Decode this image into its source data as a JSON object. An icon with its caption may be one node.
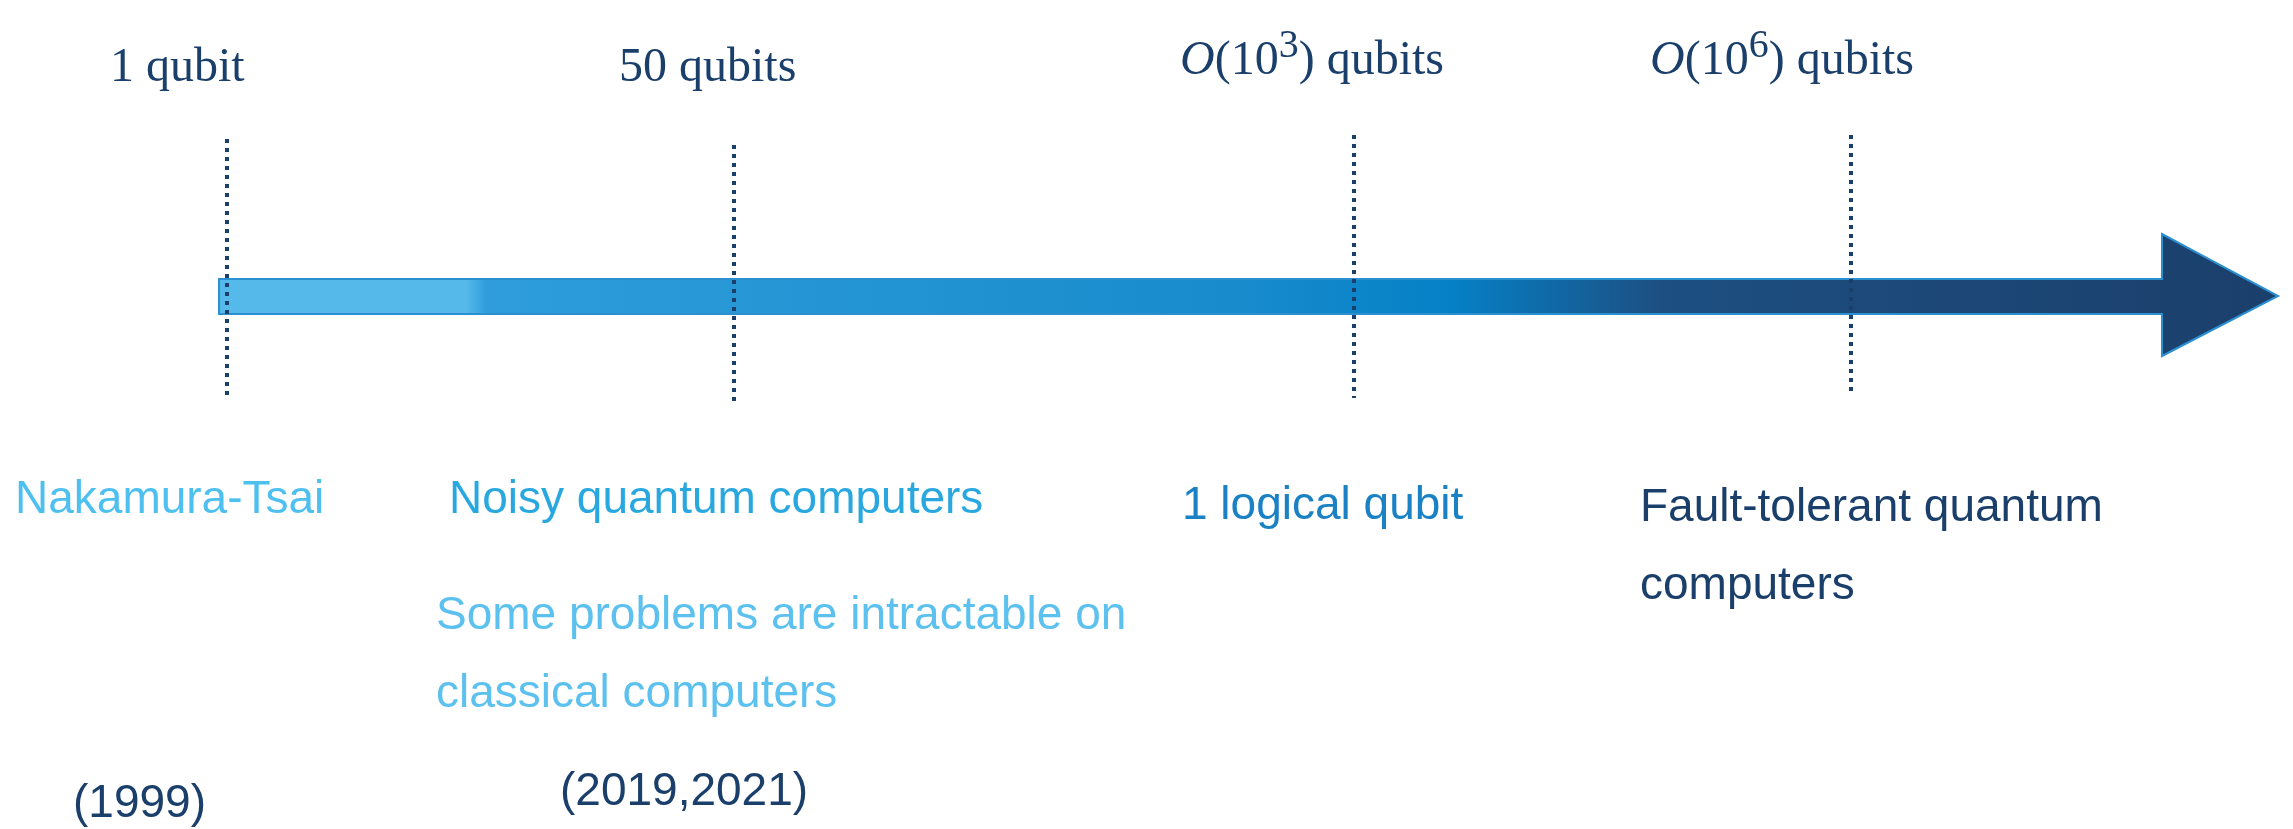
{
  "diagram": {
    "labels": [
      "1 qubit",
      "50 qubits",
      "*O*(10$^{3}$) qubits",
      "*O*(10$^{6}$) qubits",
      "Nakamura-Tsai",
      "Noisy quantum computers",
      "1 logical qubit",
      "Fault-tolerant quantum computers",
      "Some problems are intractable on classical computers",
      "(1999)",
      "(2019,2021)"
    ]
  }
}
